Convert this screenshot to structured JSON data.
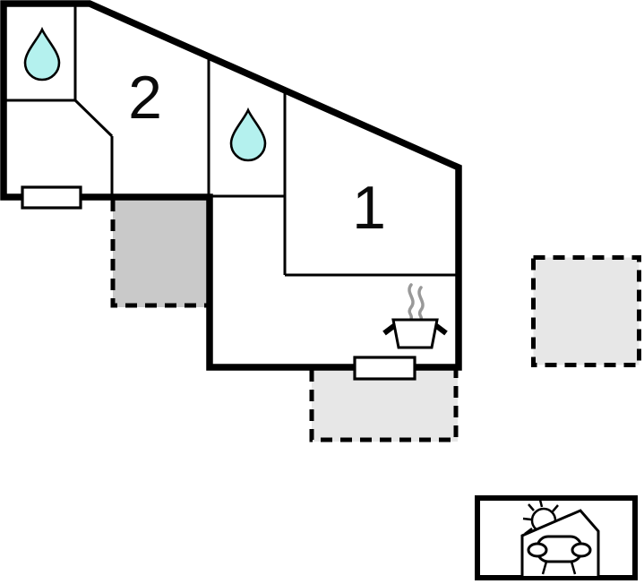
{
  "colors": {
    "wall": "#000000",
    "floor": "#ffffff",
    "water_drop": "#b4f1ee",
    "terrace_dark": "#c9c9c9",
    "terrace_light": "#e7e7e7",
    "steam": "#999999",
    "label": "#0a0a0a"
  },
  "rooms": [
    {
      "label": "2"
    },
    {
      "label": "1"
    }
  ],
  "icons": {
    "water_drop": "water-drop-icon",
    "cooking": "cooking-pot-icon",
    "steam": "steam-icon",
    "window": "window-symbol",
    "sun": "sun-icon",
    "carport_bench": "covered-bench-icon"
  }
}
